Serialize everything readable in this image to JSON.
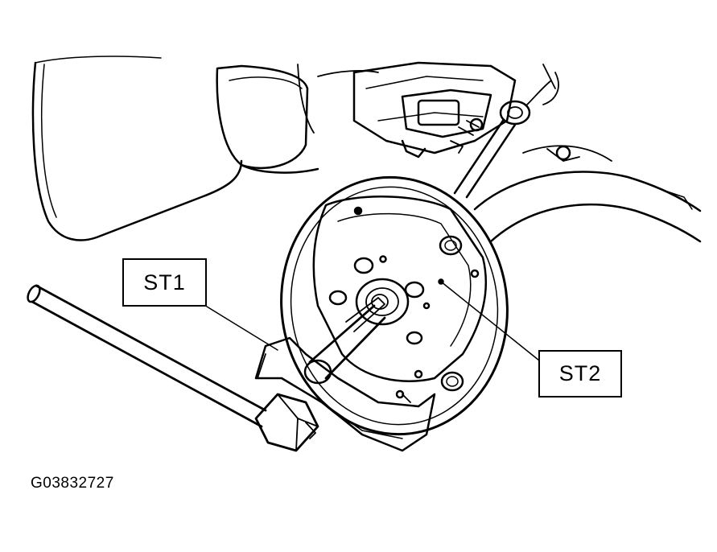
{
  "callouts": {
    "st1": "ST1",
    "st2": "ST2"
  },
  "figure_id": "G03832727",
  "colors": {
    "ink": "#000000",
    "paper": "#ffffff"
  }
}
